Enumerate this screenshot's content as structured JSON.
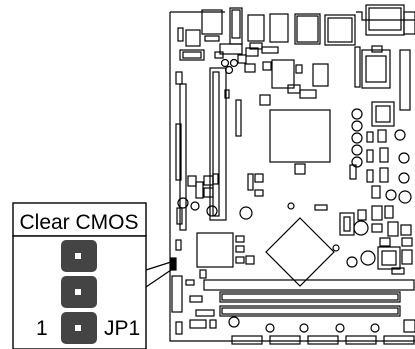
{
  "callout": {
    "title": "Clear CMOS",
    "pin_one_label": "1",
    "jumper_label": "JP1"
  }
}
